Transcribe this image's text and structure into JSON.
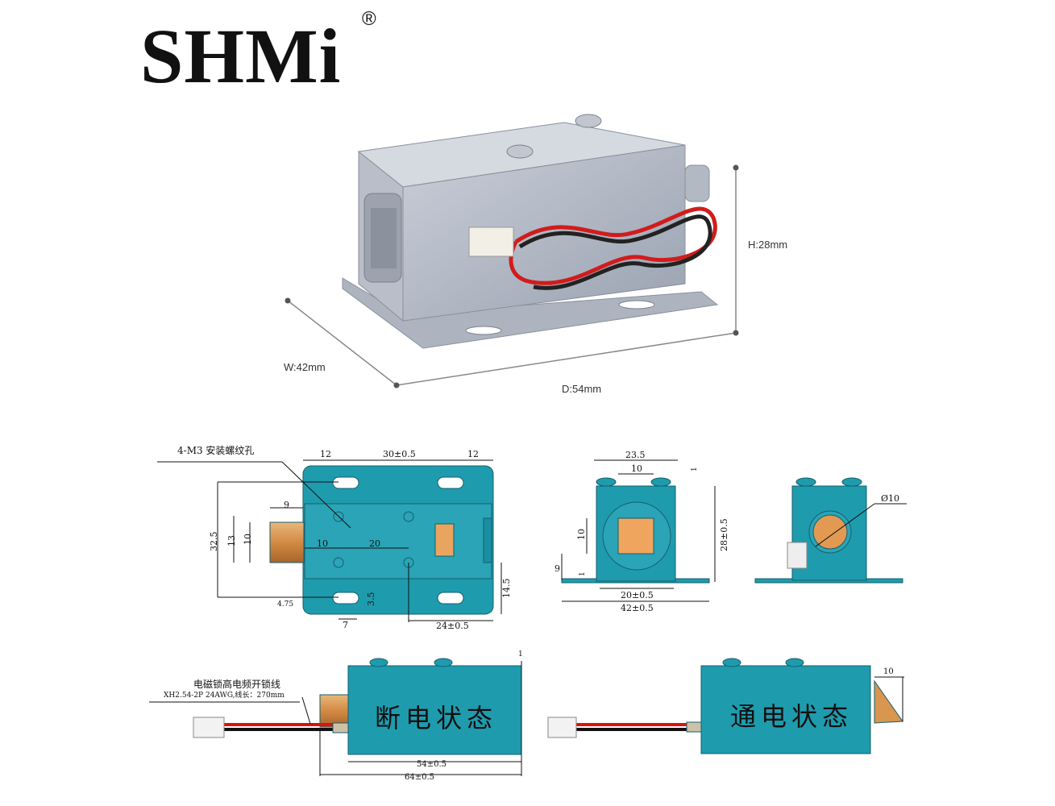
{
  "brand": {
    "name": "SHMi",
    "registered_mark": "®"
  },
  "product_view": {
    "height_label": "H:28mm",
    "width_label": "W:42mm",
    "depth_label": "D:54mm"
  },
  "top_view": {
    "callout": "4-M3 安装螺纹孔",
    "dims": [
      "12",
      "30±0.5",
      "12",
      "9",
      "32.5",
      "13",
      "10",
      "10",
      "20",
      "4.75",
      "3.5",
      "14.5",
      "7",
      "24±0.5"
    ]
  },
  "front_view": {
    "dims": [
      "23.5",
      "10",
      "1",
      "28±0.5",
      "10",
      "9",
      "1",
      "20±0.5",
      "42±0.5"
    ]
  },
  "side_view": {
    "diameter": "Ø10"
  },
  "unlocked_view": {
    "wire_title": "电磁锁高电频开锁线",
    "wire_spec": "XH2.54-2P 24AWG,线长：270mm",
    "state": "断电状态",
    "dims": [
      "54±0.5",
      "64±0.5",
      "1"
    ]
  },
  "locked_view": {
    "state": "通电状态",
    "dims": [
      "10"
    ]
  },
  "colors": {
    "teal": "#1f9bae",
    "copper": "#d8964f",
    "bolt": "#ef a55f"
  }
}
